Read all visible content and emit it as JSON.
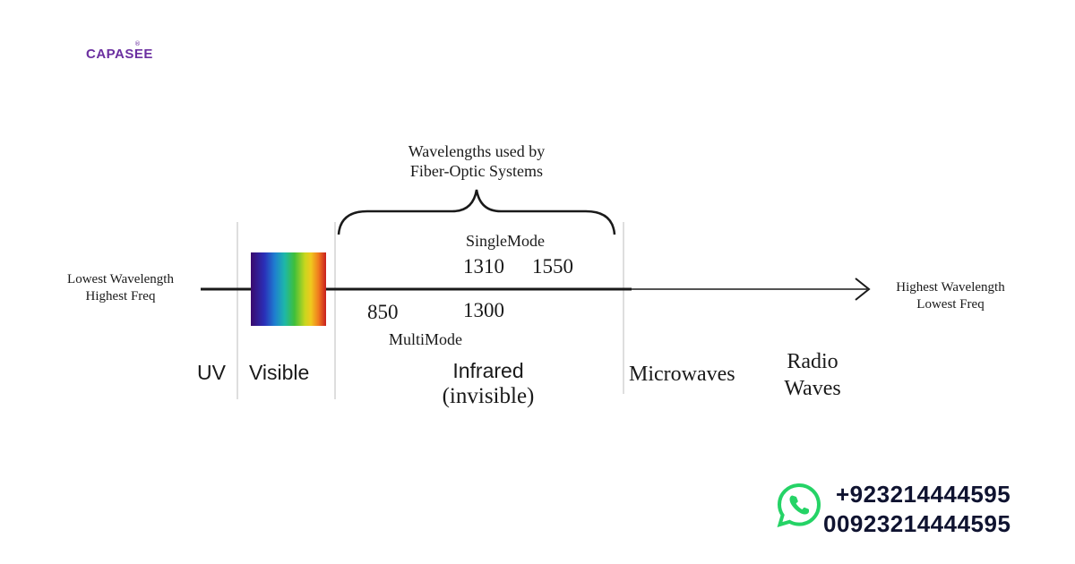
{
  "brand": {
    "logo_text": "CAPASEE",
    "registered_mark": "®"
  },
  "diagram": {
    "left_end": {
      "line1": "Lowest Wavelength",
      "line2": "Highest Freq"
    },
    "right_end": {
      "line1": "Highest Wavelength",
      "line2": "Lowest Freq"
    },
    "brace_label": {
      "line1": "Wavelengths used by",
      "line2": "Fiber-Optic Systems"
    },
    "single_mode": {
      "label": "SingleMode",
      "values": [
        "1310",
        "1550"
      ]
    },
    "multi_mode": {
      "label": "MultiMode",
      "values": [
        "850",
        "1300"
      ]
    },
    "regions": {
      "uv": "UV",
      "visible": "Visible",
      "infrared_line1": "Infrared",
      "infrared_line2": "(invisible)",
      "microwaves": "Microwaves",
      "radio_line1": "Radio",
      "radio_line2": "Waves"
    },
    "colors": {
      "spectrum_start": "#3a0a6e",
      "spectrum_end": "#c81e1e",
      "line": "#1a1a1a"
    }
  },
  "contact": {
    "phone1": "+923214444595",
    "phone2": "00923214444595",
    "icon": "whatsapp-icon",
    "icon_color": "#25d366"
  }
}
